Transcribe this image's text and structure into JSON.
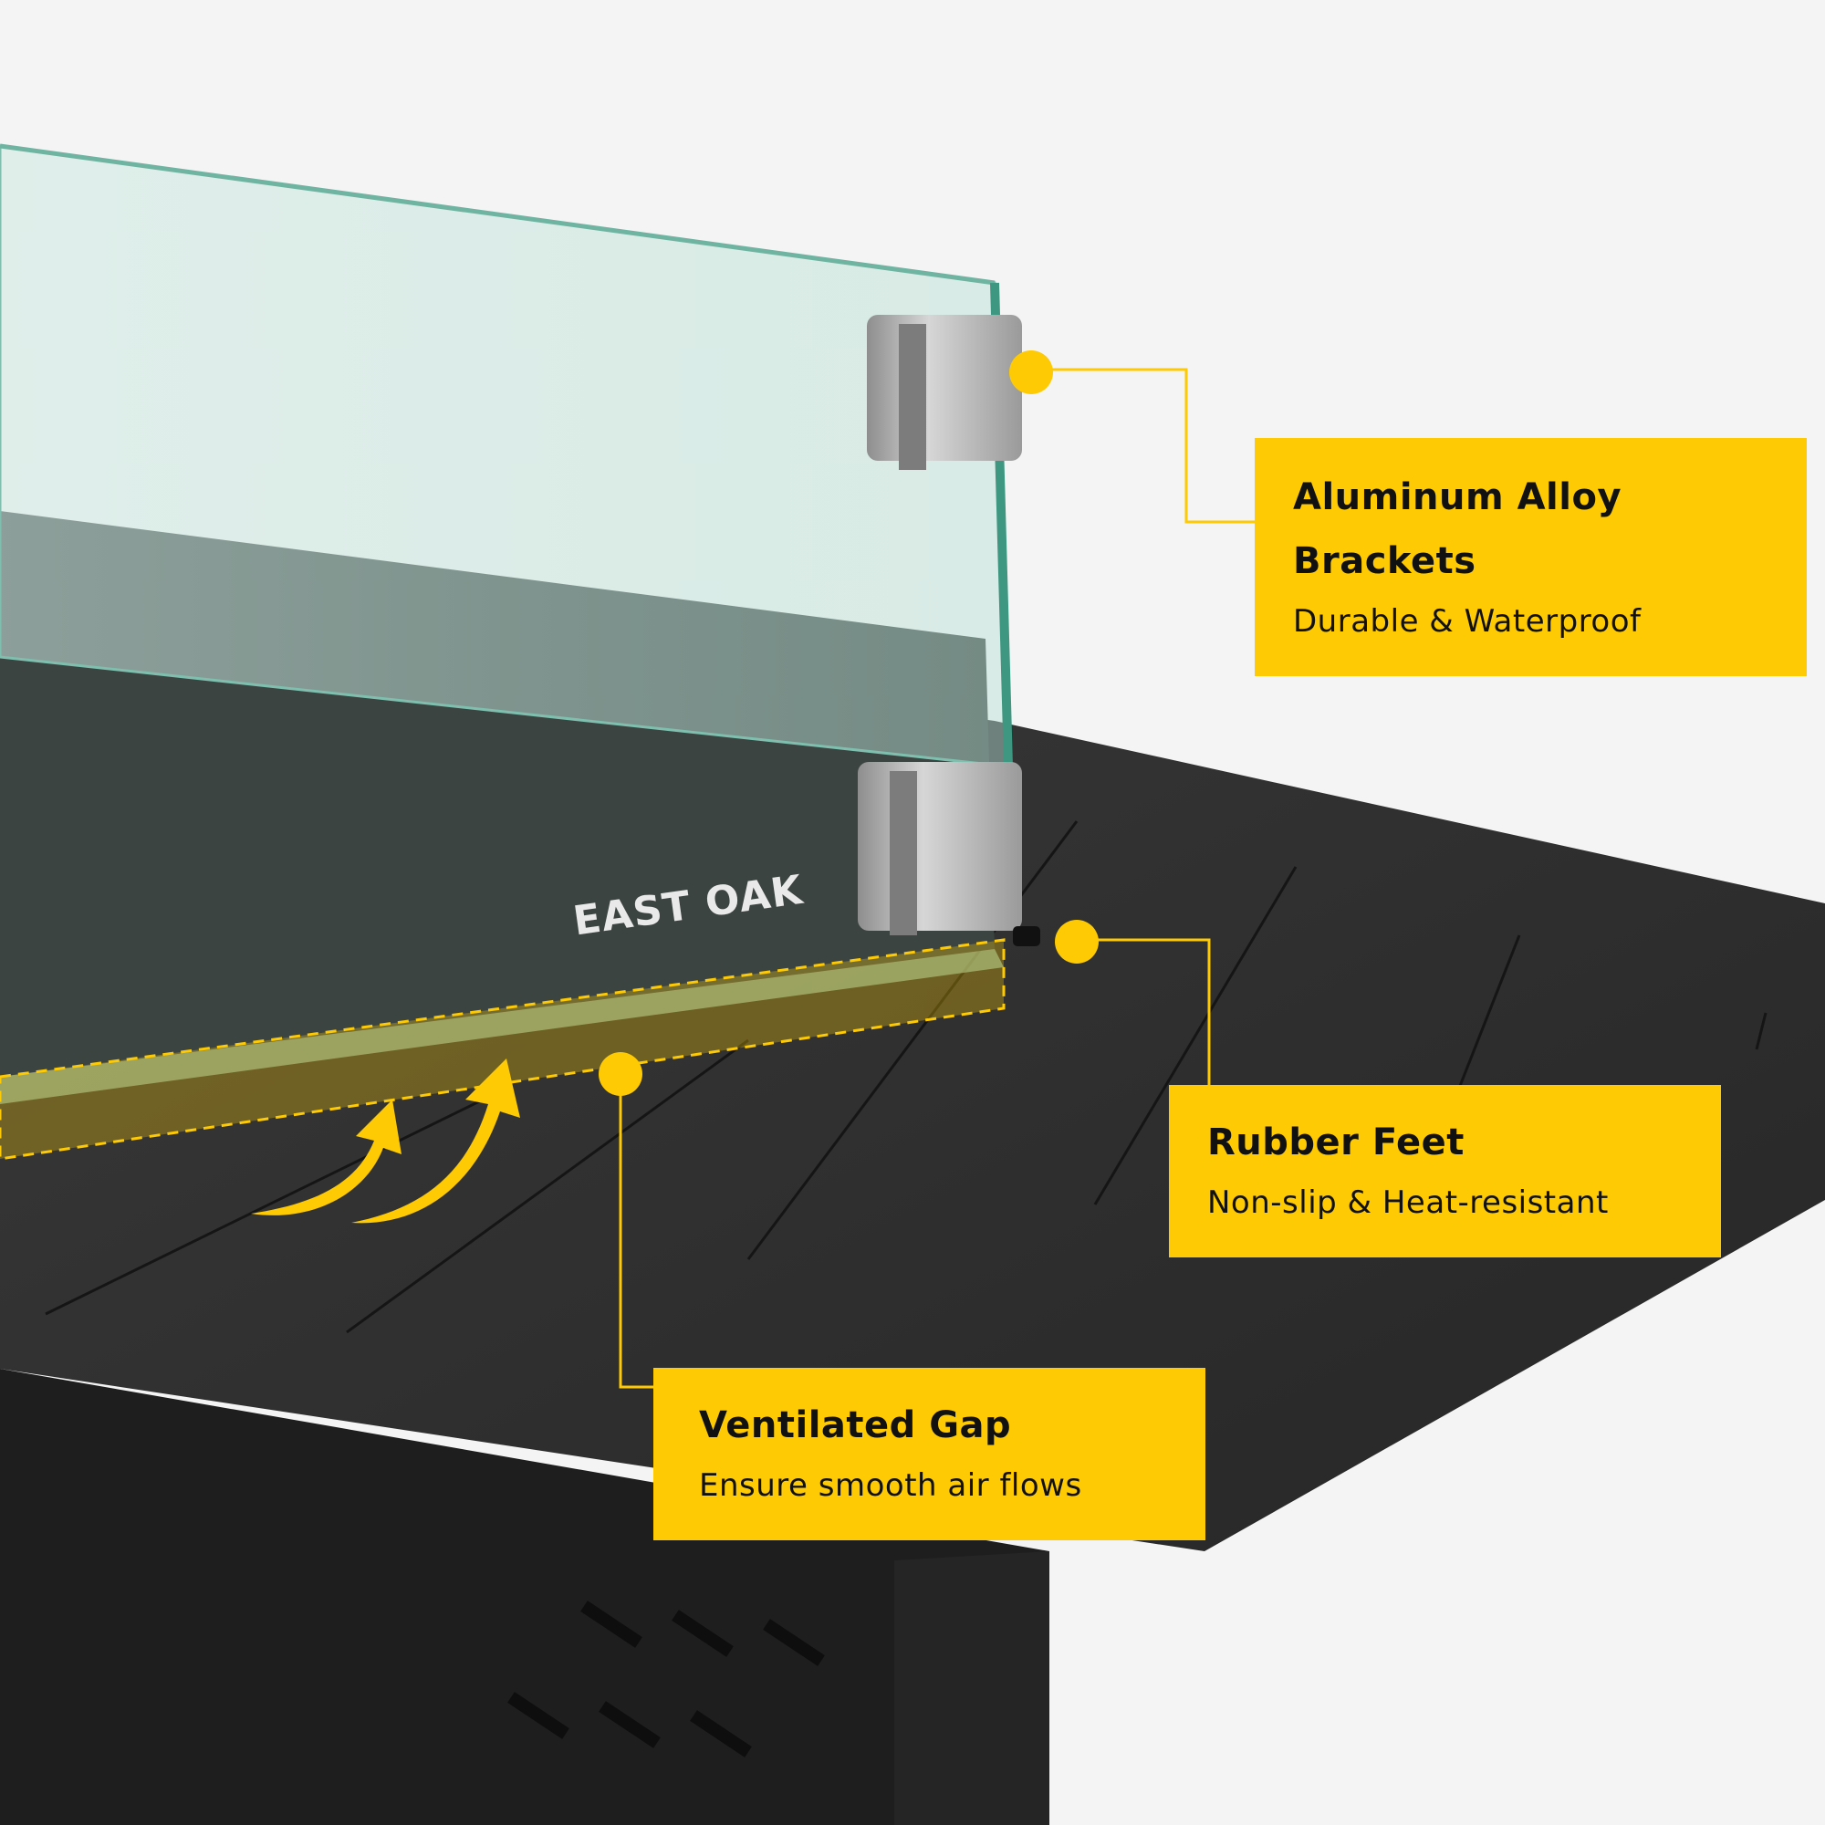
{
  "brand": {
    "logo_text": "EAST OAK"
  },
  "callouts": {
    "brackets": {
      "title_line1": "Aluminum Alloy",
      "title_line2": "Brackets",
      "subtitle": "Durable & Waterproof"
    },
    "feet": {
      "title": "Rubber Feet",
      "subtitle": "Non-slip & Heat-resistant"
    },
    "gap": {
      "title": "Ventilated Gap",
      "subtitle": "Ensure smooth air flows"
    }
  },
  "colors": {
    "accent": "#fdca03",
    "table_top": "#2b2b2b",
    "glass": "#a8d8c8",
    "bracket": "#b9b9b9"
  },
  "icons": [
    "airflow-arrow-icon",
    "callout-dot-icon"
  ]
}
